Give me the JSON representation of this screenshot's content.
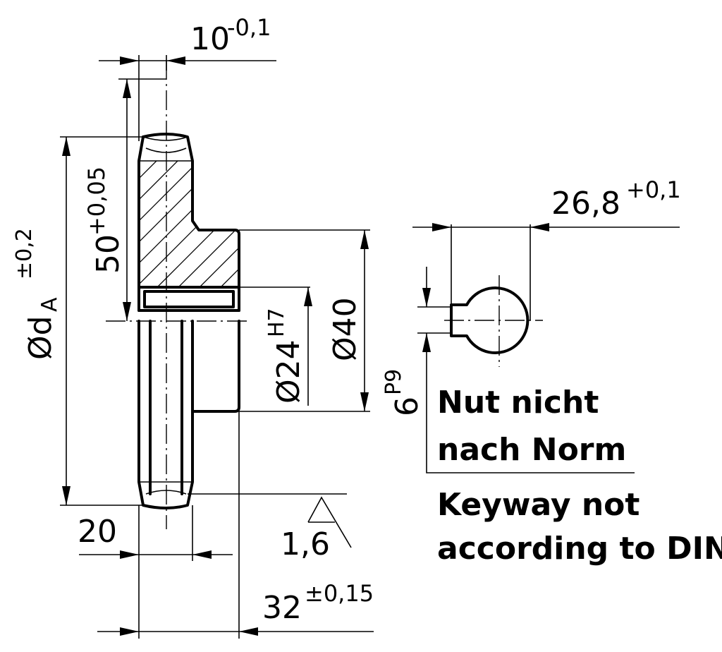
{
  "dimensions": {
    "width_10": {
      "value": "10",
      "tol": "-0,1"
    },
    "height_50": {
      "value": "50",
      "tol": "+0,05"
    },
    "dia_da": {
      "value": "Ød",
      "sub": "A",
      "tol": "±0,2"
    },
    "bore_24": {
      "value": "Ø24",
      "tol": "H7"
    },
    "hub_40": {
      "value": "Ø40"
    },
    "len_20": {
      "value": "20"
    },
    "len_32": {
      "value": "32",
      "tol": "±0,15"
    },
    "key_268": {
      "value": "26,8",
      "tol": "+0,1"
    },
    "key_6": {
      "value": "6",
      "tol": "P9"
    }
  },
  "surface_roughness": "1,6",
  "notes": {
    "de_line1": "Nut nicht",
    "de_line2": "nach Norm",
    "en_line1": "Keyway not",
    "en_line2": "according to DIN"
  }
}
